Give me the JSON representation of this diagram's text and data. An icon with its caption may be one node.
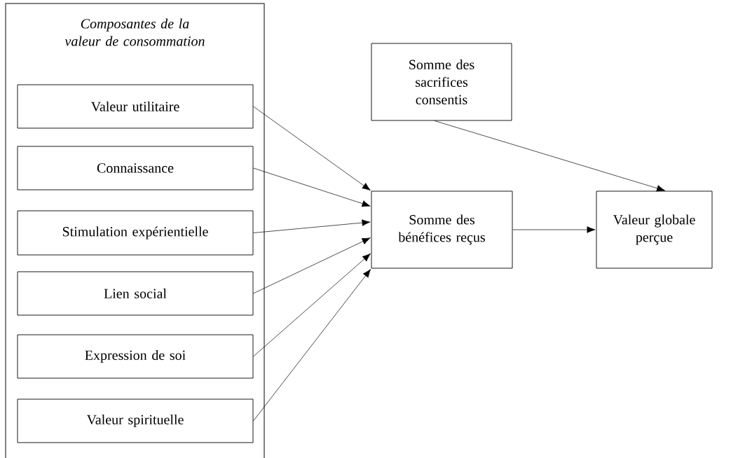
{
  "diagram": {
    "nodes": [
      {
        "text": [
          "Composantes de la valeur de consommation"
        ]
      },
      {
        "text": [
          "Valeur utilitaire"
        ],
        "in": 0
      },
      {
        "text": [
          "Connaissance"
        ],
        "in": 0
      },
      {
        "text": [
          "Stimulation expérientielle"
        ],
        "in": 0
      },
      {
        "text": [
          "Lien social"
        ],
        "in": 0
      },
      {
        "text": [
          "Expression de soi"
        ],
        "in": 0
      },
      {
        "text": [
          "Valeur spirituelle"
        ],
        "in": 0
      },
      {
        "text": [
          "Somme des sacrifices consentis"
        ]
      },
      {
        "text": [
          "Somme des bénéfices reçus"
        ]
      },
      {
        "text": [
          "Valeur globale perçue"
        ]
      }
    ],
    "edges": [
      {
        "from": 1,
        "to": 8,
        "arrow": "to"
      },
      {
        "from": 2,
        "to": 8,
        "arrow": "to"
      },
      {
        "from": 3,
        "to": 8,
        "arrow": "to"
      },
      {
        "from": 4,
        "to": 8,
        "arrow": "to"
      },
      {
        "from": 5,
        "to": 8,
        "arrow": "to"
      },
      {
        "from": 6,
        "to": 8,
        "arrow": "to"
      },
      {
        "from": 7,
        "to": 9,
        "arrow": "to"
      },
      {
        "from": 8,
        "to": 9,
        "arrow": "to"
      }
    ]
  }
}
